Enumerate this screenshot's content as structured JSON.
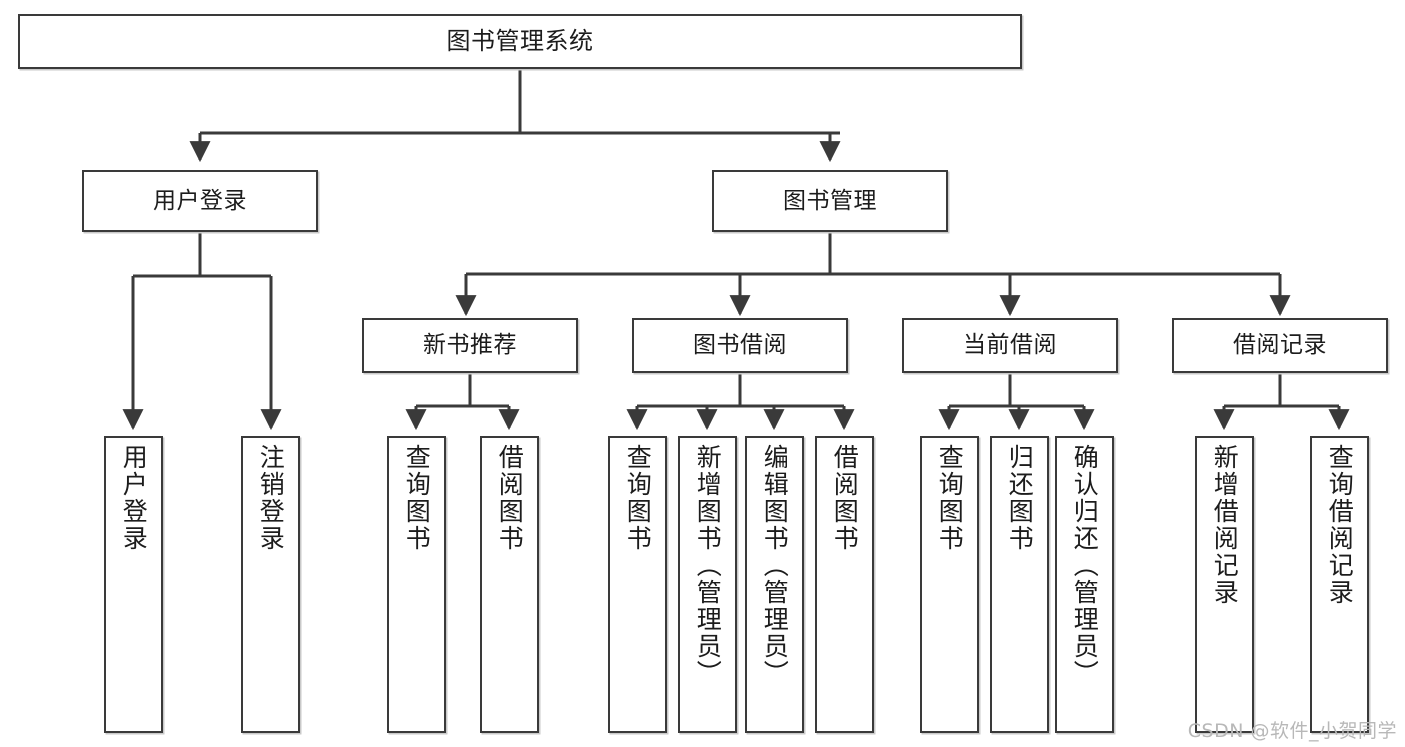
{
  "diagram": {
    "title": "图书管理系统",
    "watermark": "CSDN @软件_小贺同学",
    "type": "tree-hierarchy",
    "levels": 4,
    "colors": {
      "box_border": "#3a3a3a",
      "box_fill": "#ffffff",
      "edge": "#3a3a3a",
      "background": "#ffffff",
      "watermark": "#b8b8b8"
    },
    "nodes": {
      "root": {
        "label": "图书管理系统"
      },
      "level2": [
        {
          "id": "user-login",
          "label": "用户登录"
        },
        {
          "id": "book-manage",
          "label": "图书管理"
        }
      ],
      "level3": [
        {
          "id": "new-book-recommend",
          "label": "新书推荐"
        },
        {
          "id": "book-borrow",
          "label": "图书借阅"
        },
        {
          "id": "current-borrow",
          "label": "当前借阅"
        },
        {
          "id": "borrow-record",
          "label": "借阅记录"
        }
      ],
      "leaves": [
        {
          "id": "leaf-user-login",
          "parent": "user-login",
          "label": "用户登录"
        },
        {
          "id": "leaf-logout",
          "parent": "user-login",
          "label": "注销登录"
        },
        {
          "id": "leaf-query-book-1",
          "parent": "new-book-recommend",
          "label": "查询图书"
        },
        {
          "id": "leaf-borrow-book-1",
          "parent": "new-book-recommend",
          "label": "借阅图书"
        },
        {
          "id": "leaf-query-book-2",
          "parent": "book-borrow",
          "label": "查询图书"
        },
        {
          "id": "leaf-add-book",
          "parent": "book-borrow",
          "label": "新增图书（管理员）"
        },
        {
          "id": "leaf-edit-book",
          "parent": "book-borrow",
          "label": "编辑图书（管理员）"
        },
        {
          "id": "leaf-borrow-book-2",
          "parent": "book-borrow",
          "label": "借阅图书"
        },
        {
          "id": "leaf-query-book-3",
          "parent": "current-borrow",
          "label": "查询图书"
        },
        {
          "id": "leaf-return-book",
          "parent": "current-borrow",
          "label": "归还图书"
        },
        {
          "id": "leaf-confirm-return",
          "parent": "current-borrow",
          "label": "确认归还（管理员）"
        },
        {
          "id": "leaf-add-record",
          "parent": "borrow-record",
          "label": "新增借阅记录"
        },
        {
          "id": "leaf-query-record",
          "parent": "borrow-record",
          "label": "查询借阅记录"
        }
      ]
    }
  }
}
